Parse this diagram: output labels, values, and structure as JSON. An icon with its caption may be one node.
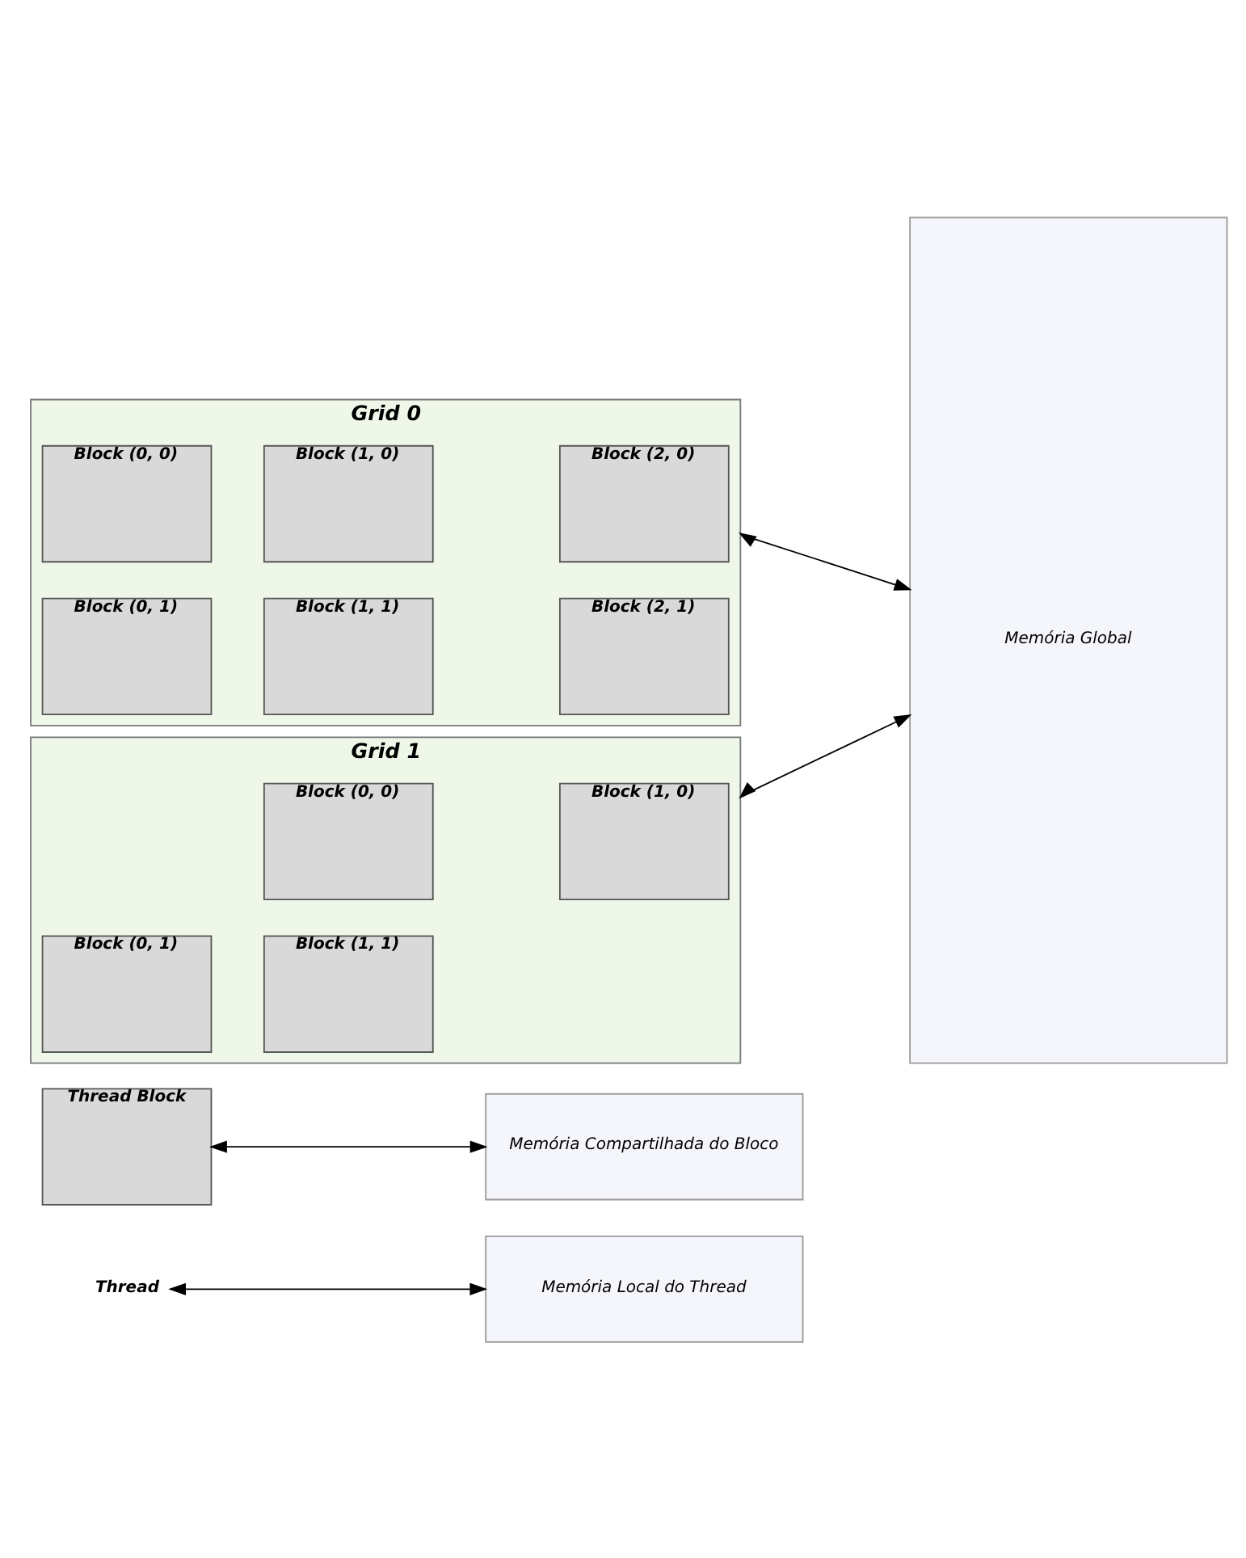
{
  "diagram": {
    "nodes": [
      {
        "text": [
          "Thread"
        ]
      },
      {
        "text": [
          "Memória Local do Thread"
        ]
      },
      {
        "text": [
          "Thread Block"
        ]
      },
      {
        "text": [
          "Memória Compartilhada do Bloco"
        ]
      },
      {
        "text": [
          "Grid 0"
        ]
      },
      {
        "text": [
          "Block (0, 0)"
        ],
        "in": 4
      },
      {
        "text": [
          "Block (1, 0)"
        ],
        "in": 4
      },
      {
        "text": [
          "Block (2, 0)"
        ],
        "in": 4
      },
      {
        "text": [
          "Block (0, 1)"
        ],
        "in": 4
      },
      {
        "text": [
          "Block (1, 1)"
        ],
        "in": 4
      },
      {
        "text": [
          "Block (2, 1)"
        ],
        "in": 4
      },
      {
        "text": [
          "Memória Global"
        ]
      },
      {
        "text": [
          "Grid 1"
        ]
      },
      {
        "text": [
          "Block (0, 0)"
        ],
        "in": 12
      },
      {
        "text": [
          "Block (1, 0)"
        ],
        "in": 12
      },
      {
        "text": [
          "Block (0, 1)"
        ],
        "in": 12
      },
      {
        "text": [
          "Block (1, 1)"
        ],
        "in": 12
      }
    ],
    "edges": [
      {
        "from": 0,
        "to": 1,
        "arrow": "both"
      },
      {
        "from": 2,
        "to": 3,
        "arrow": "both"
      },
      {
        "from": 4,
        "to": 11,
        "arrow": "both"
      },
      {
        "from": 12,
        "to": 11,
        "arrow": "both"
      }
    ]
  }
}
